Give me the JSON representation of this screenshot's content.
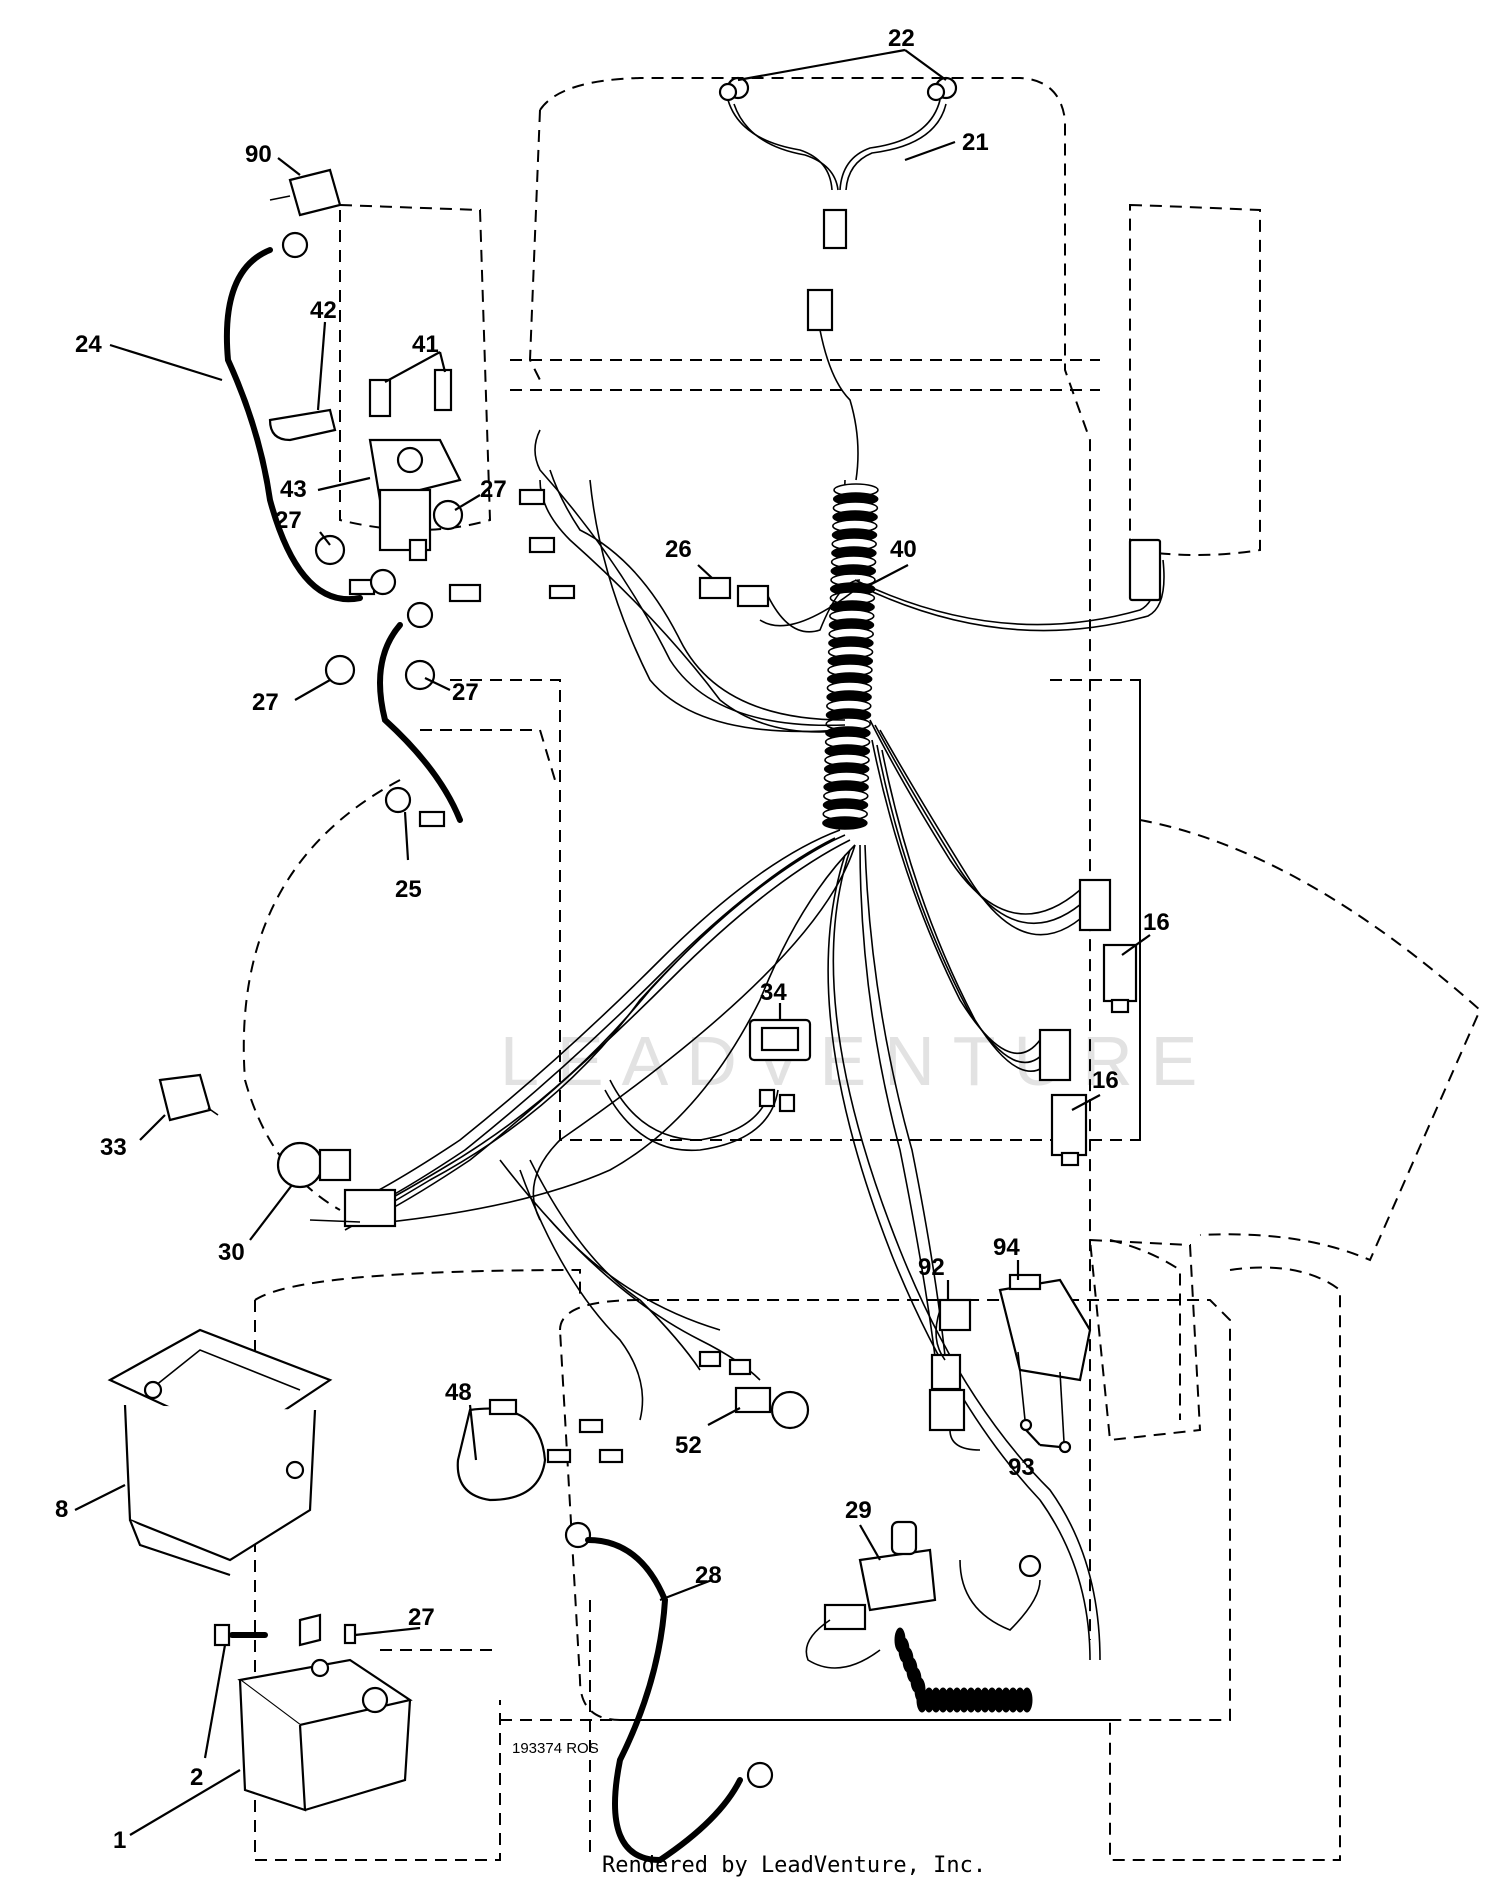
{
  "diagram": {
    "callouts": [
      {
        "id": "c22",
        "label": "22"
      },
      {
        "id": "c21",
        "label": "21"
      },
      {
        "id": "c90",
        "label": "90"
      },
      {
        "id": "c24",
        "label": "24"
      },
      {
        "id": "c42",
        "label": "42"
      },
      {
        "id": "c41",
        "label": "41"
      },
      {
        "id": "c43",
        "label": "43"
      },
      {
        "id": "c27a",
        "label": "27"
      },
      {
        "id": "c27b",
        "label": "27"
      },
      {
        "id": "c27c",
        "label": "27"
      },
      {
        "id": "c27d",
        "label": "27"
      },
      {
        "id": "c26",
        "label": "26"
      },
      {
        "id": "c40",
        "label": "40"
      },
      {
        "id": "c25",
        "label": "25"
      },
      {
        "id": "c16a",
        "label": "16"
      },
      {
        "id": "c16b",
        "label": "16"
      },
      {
        "id": "c34",
        "label": "34"
      },
      {
        "id": "c33",
        "label": "33"
      },
      {
        "id": "c30",
        "label": "30"
      },
      {
        "id": "c92",
        "label": "92"
      },
      {
        "id": "c94",
        "label": "94"
      },
      {
        "id": "c93",
        "label": "93"
      },
      {
        "id": "c48",
        "label": "48"
      },
      {
        "id": "c52",
        "label": "52"
      },
      {
        "id": "c8",
        "label": "8"
      },
      {
        "id": "c29",
        "label": "29"
      },
      {
        "id": "c28",
        "label": "28"
      },
      {
        "id": "c27e",
        "label": "27"
      },
      {
        "id": "c2",
        "label": "2"
      },
      {
        "id": "c1",
        "label": "1"
      }
    ],
    "drawing_number": "193374 ROS",
    "credit": "Rendered by LeadVenture, Inc.",
    "watermark": "LEADVENTURE"
  }
}
